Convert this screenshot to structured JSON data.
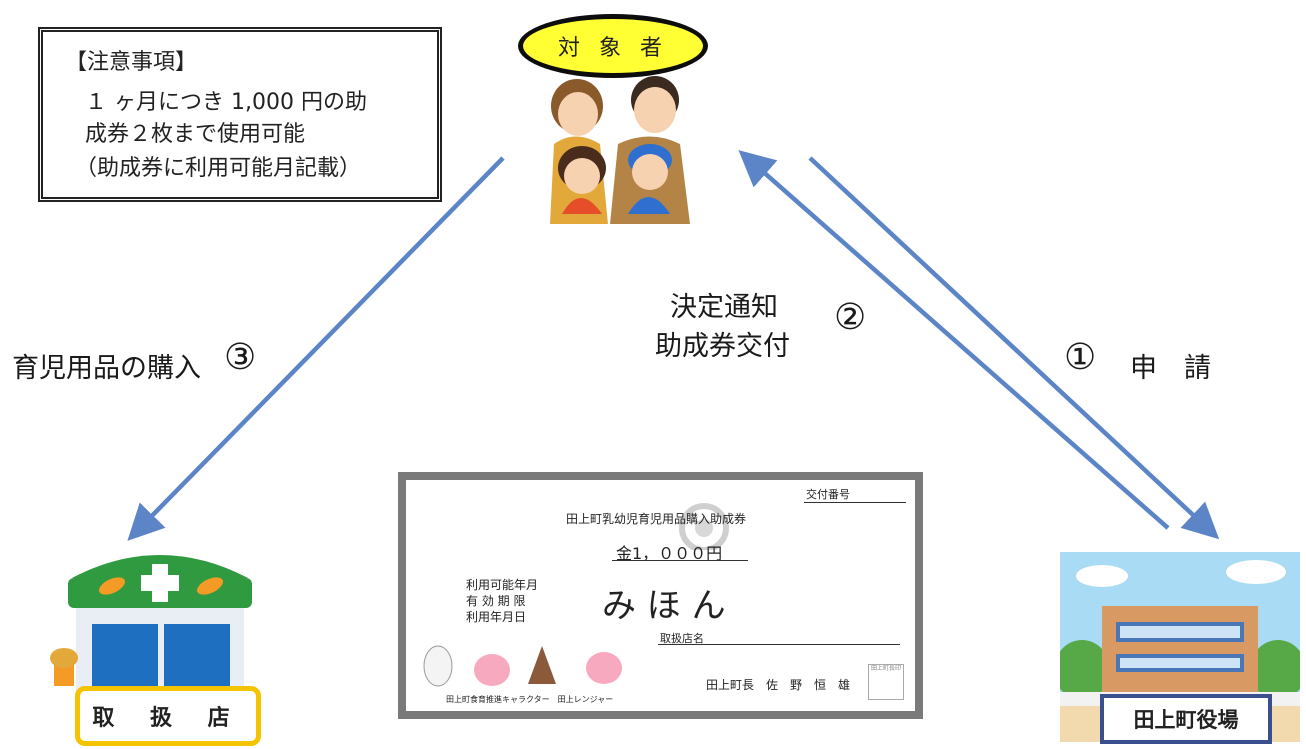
{
  "notice": {
    "title": "【注意事項】",
    "line1": "１ ヶ月につき 1,000 円の助",
    "line2": "成券２枚まで使用可能",
    "line3": "（助成券に利用可能月記載）"
  },
  "target_label": "対 象 者",
  "steps": {
    "purchase_text": "育児用品の購入",
    "purchase_num": "③",
    "decision_line1": "決定通知",
    "decision_line2": "助成券交付",
    "decision_num": "②",
    "apply_num": "①",
    "apply_text": "申　請"
  },
  "ticket": {
    "number_label": "交付番号",
    "title": "田上町乳幼児育児用品購入助成券",
    "amount": "金1，０００円",
    "field1": "利用可能年月",
    "field2": "有 効 期 限",
    "field3": "利用年月日",
    "sample": "み ほ ん",
    "store_label": "取扱店名",
    "chara_caption": "田上町食育推進キャラクター　田上レンジャー",
    "mayor": "田上町長　佐　野　恒　雄",
    "seal_text": "田上町長印"
  },
  "shop_label": "取 扱 店",
  "office_label": "田上町役場",
  "colors": {
    "arrow": "#5b85c6",
    "target_fill": "#ffff33",
    "shop_border": "#f5c400",
    "office_border": "#3b4f8f",
    "pharmacy_green": "#2f9a3f",
    "pharmacy_blue": "#1f6fc0"
  }
}
